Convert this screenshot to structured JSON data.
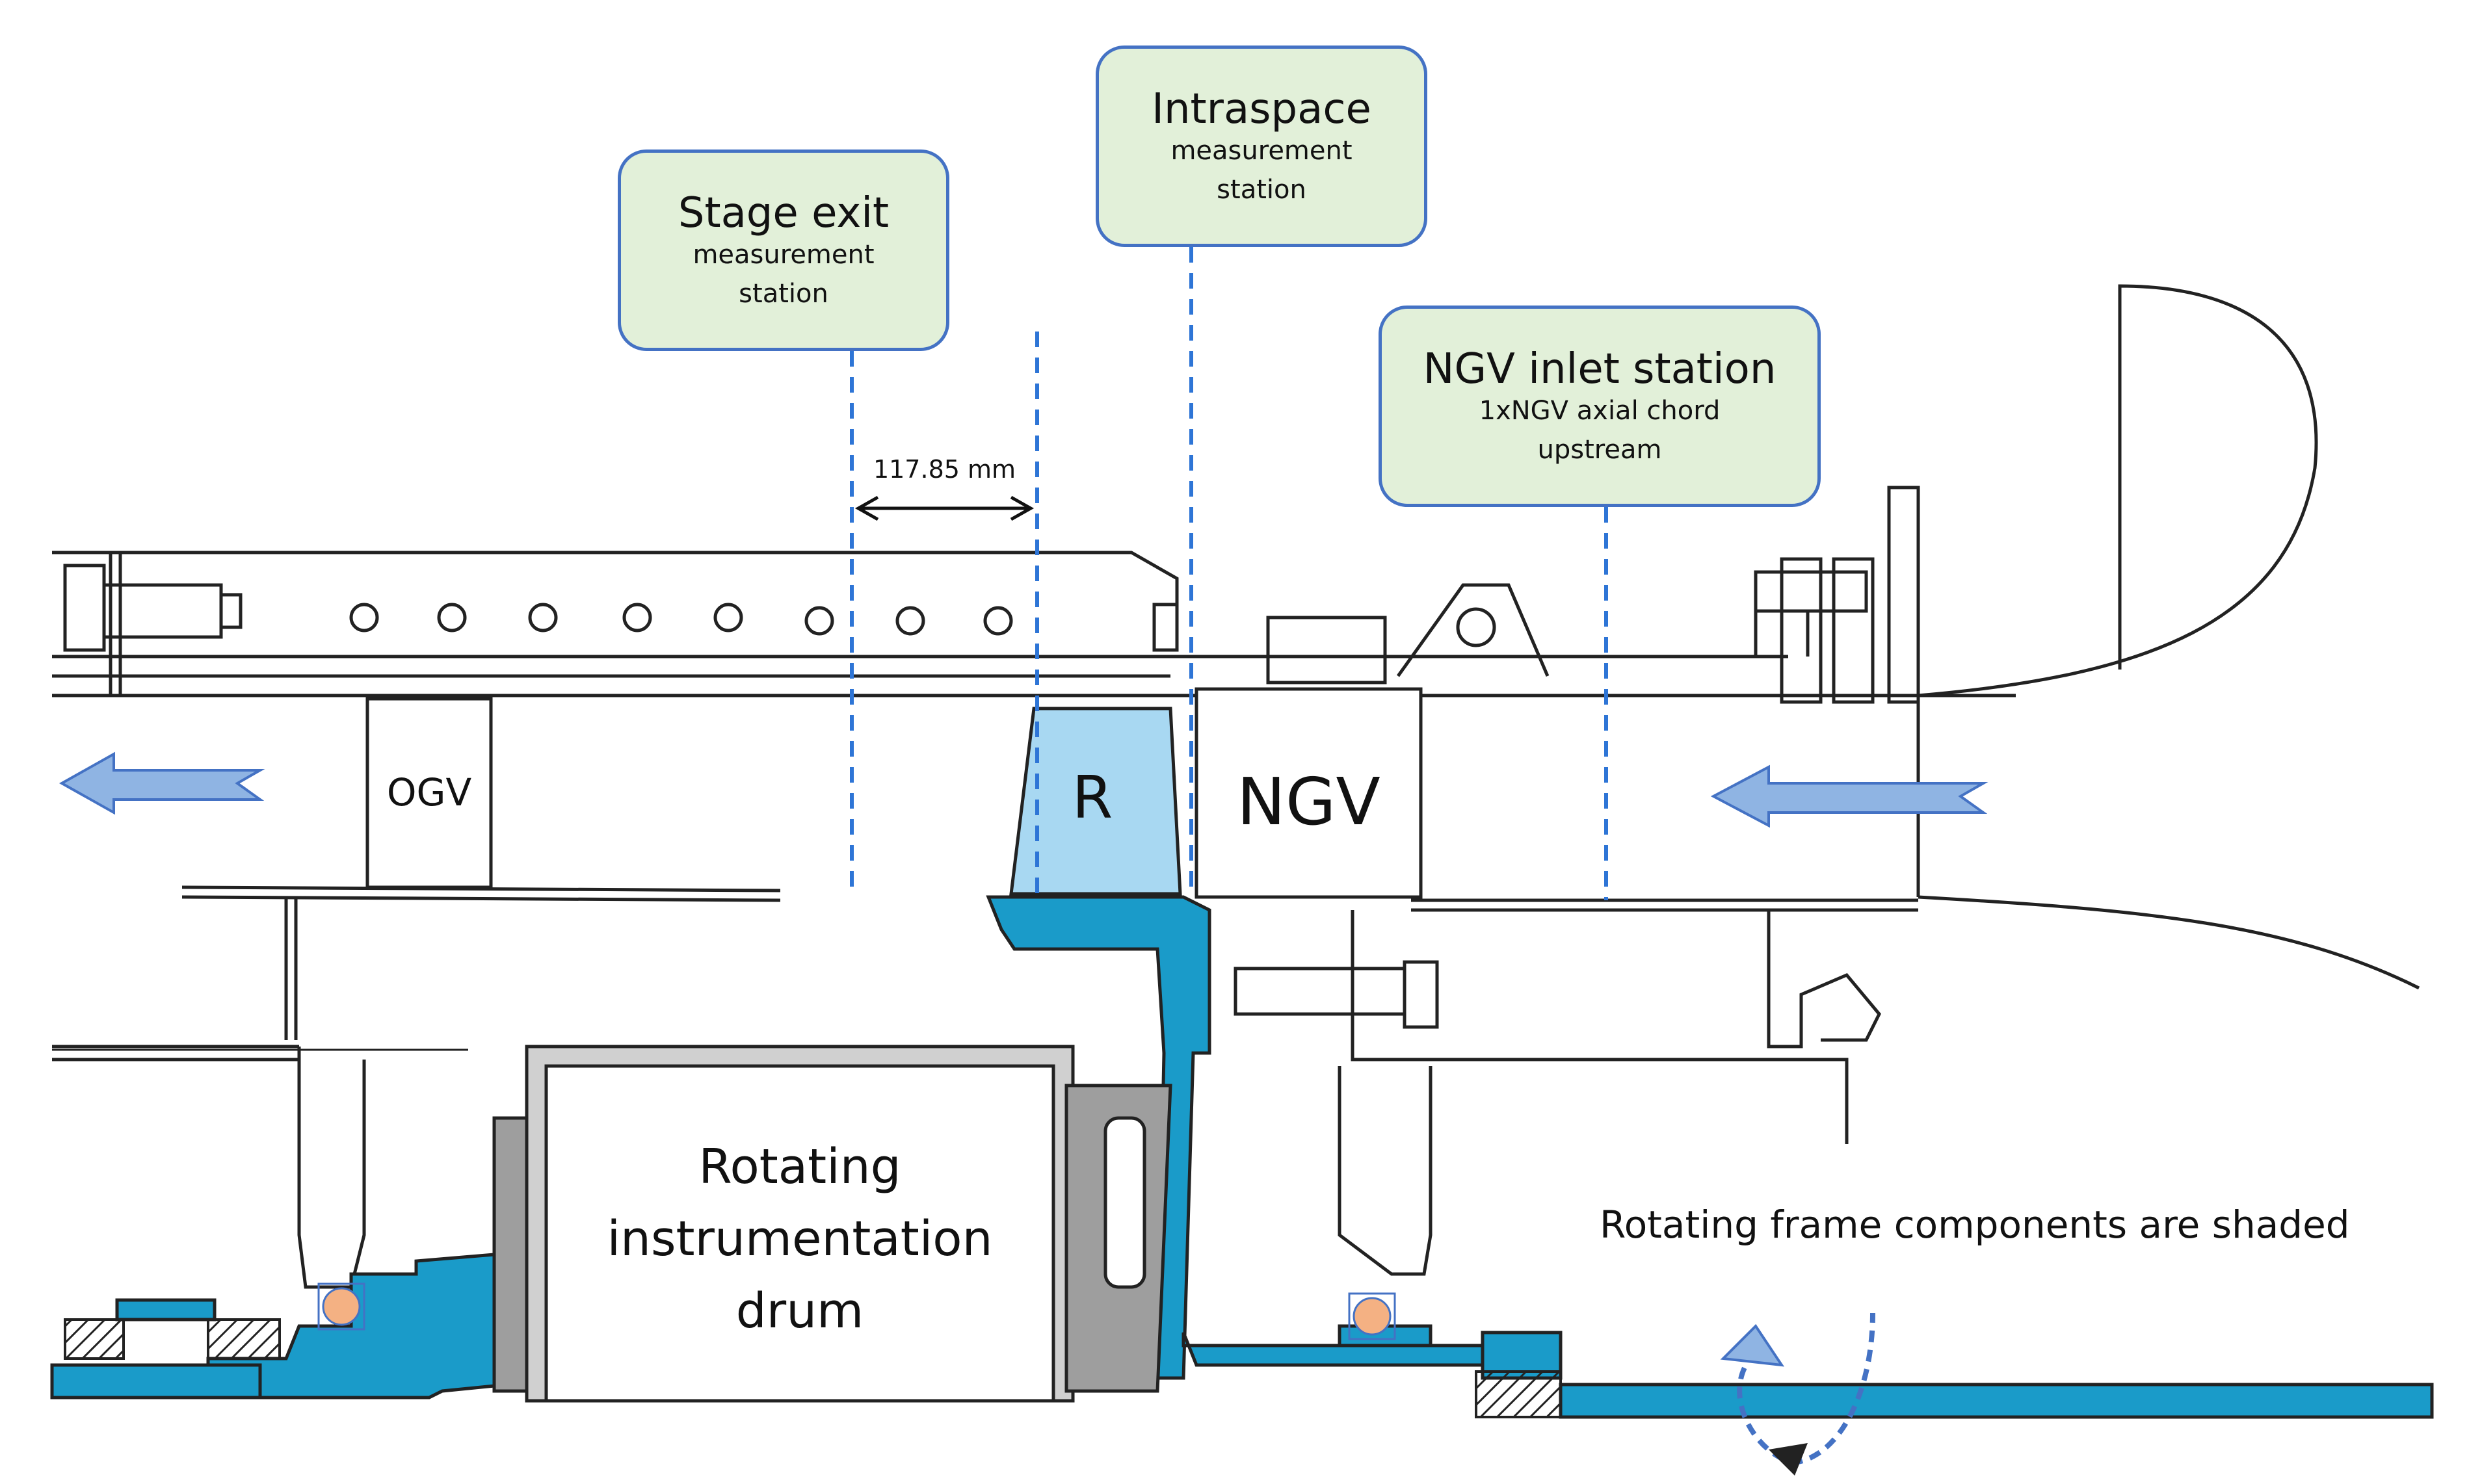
{
  "stations": {
    "stage_exit": {
      "title": "Stage exit",
      "line1": "measurement",
      "line2": "station"
    },
    "intraspace": {
      "title": "Intraspace",
      "line1": "measurement",
      "line2": "station"
    },
    "ngv_inlet": {
      "title": "NGV inlet station",
      "line1": "1xNGV axial chord",
      "line2": "upstream"
    }
  },
  "dimension": {
    "label": "117.85 mm"
  },
  "components": {
    "ogv": "OGV",
    "rotor": "R",
    "ngv": "NGV",
    "drum_line1": "Rotating",
    "drum_line2": "instrumentation",
    "drum_line3": "drum"
  },
  "note": "Rotating frame components are shaded",
  "colors": {
    "rotating_shade": "#1a9bc9",
    "rotor_blade": "#a8d8f2",
    "station_box_fill": "#e2f0d9",
    "station_box_border": "#4472c4",
    "station_line": "#2e75d6",
    "flow_arrow": "#8fb4e3",
    "bearing": "#f4b183",
    "static_grey": "#9e9e9e"
  },
  "icons": [
    "flow-direction-arrow",
    "rotation-arrow"
  ]
}
